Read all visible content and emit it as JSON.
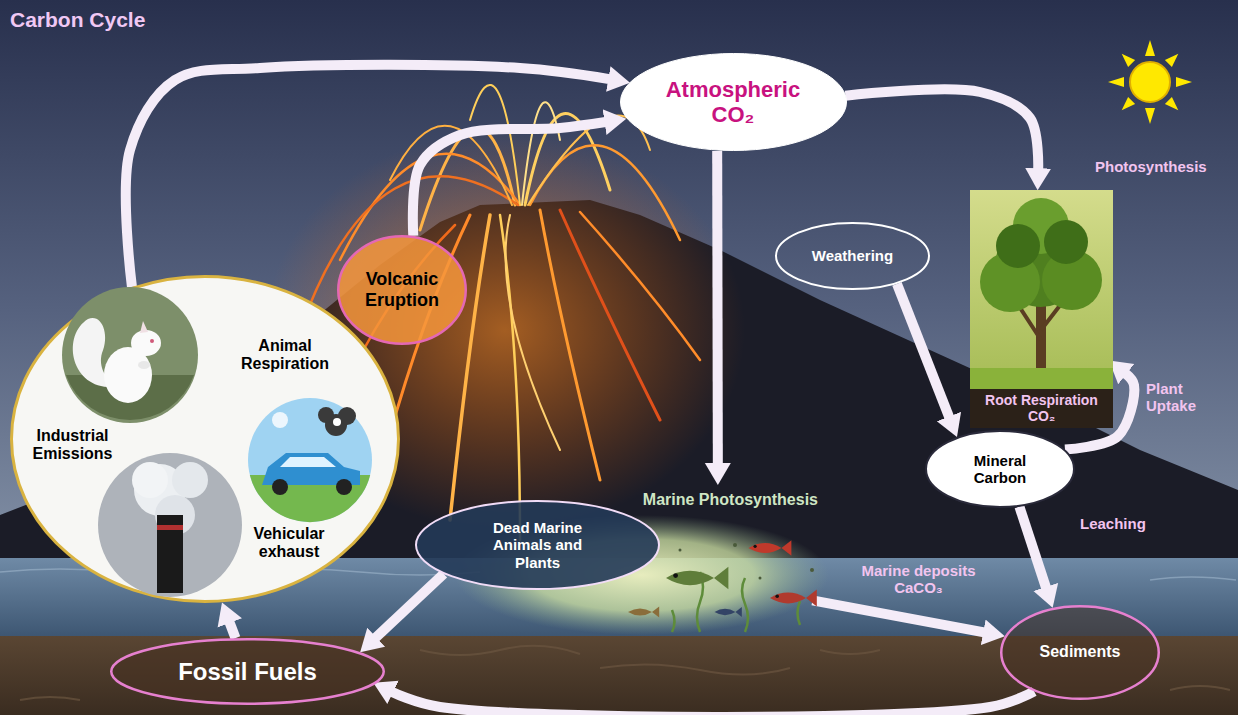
{
  "diagram": {
    "title": "Carbon Cycle",
    "nodes": [
      {
        "text": [
          "Atmospheric CO₂"
        ]
      },
      {
        "text": [
          "Animal Respiration",
          "Industrial Emissions",
          "Vehicular exhaust"
        ]
      },
      {
        "text": [
          "Volcanic Eruption"
        ]
      },
      {
        "text": [
          "Weathering"
        ]
      },
      {
        "text": [
          "Root Respiration CO₂"
        ]
      },
      {
        "text": [
          "Mineral Carbon"
        ]
      },
      {
        "text": [
          "Marine Photosynthesis"
        ]
      },
      {
        "text": [
          "Dead Marine Animals and Plants"
        ]
      },
      {
        "text": [
          "Fossil Fuels"
        ]
      },
      {
        "text": [
          "Sediments"
        ]
      }
    ],
    "edges": [
      {
        "from": 1,
        "to": 0,
        "arrow": "to"
      },
      {
        "from": 2,
        "to": 0,
        "arrow": "to"
      },
      {
        "from": 0,
        "to": 4,
        "label": "Photosynthesis",
        "arrow": "to"
      },
      {
        "from": 0,
        "to": 6,
        "arrow": "to"
      },
      {
        "from": 3,
        "to": 5,
        "arrow": "to"
      },
      {
        "from": 5,
        "to": 4,
        "label": "Plant Uptake",
        "arrow": "to"
      },
      {
        "from": 5,
        "to": 9,
        "label": "Leaching",
        "arrow": "to"
      },
      {
        "from": 6,
        "to": 9,
        "label": "Marine deposits CaCO₃",
        "arrow": "to"
      },
      {
        "from": 7,
        "to": 8,
        "arrow": "to"
      },
      {
        "from": 9,
        "to": 8,
        "arrow": "to"
      },
      {
        "from": 8,
        "to": 1,
        "arrow": "to"
      }
    ]
  }
}
